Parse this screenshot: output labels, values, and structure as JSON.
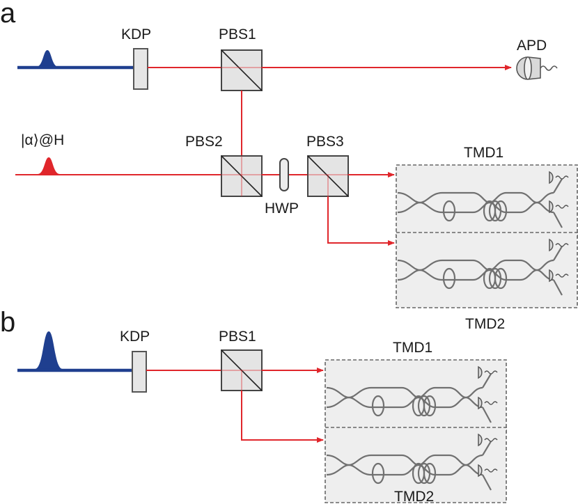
{
  "panel_a": {
    "label": "a",
    "kdp": "KDP",
    "pbs1": "PBS1",
    "pbs2": "PBS2",
    "pbs3": "PBS3",
    "hwp": "HWP",
    "apd": "APD",
    "coherent_state": "|α⟩@H",
    "tmd1": "TMD1",
    "tmd2": "TMD2"
  },
  "panel_b": {
    "label": "b",
    "kdp": "KDP",
    "pbs1": "PBS1",
    "tmd1": "TMD1",
    "tmd2": "TMD2"
  },
  "colors": {
    "beam_red": "#e0262b",
    "pump_blue": "#1f3f8f",
    "component_gray": "#e4e4e4"
  }
}
